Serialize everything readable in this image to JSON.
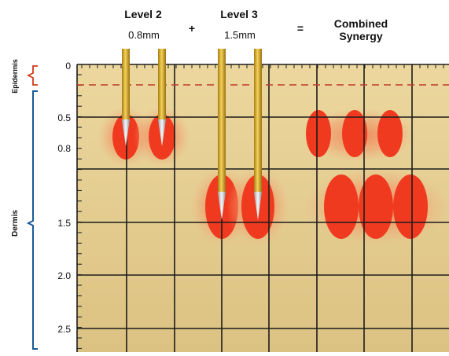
{
  "header": {
    "level2": {
      "title": "Level 2",
      "depth": "0.8mm"
    },
    "plus": "+",
    "level3": {
      "title": "Level 3",
      "depth": "1.5mm"
    },
    "equals": "=",
    "combined": {
      "line1": "Combined",
      "line2": "Synergy"
    }
  },
  "axis": {
    "ticks": [
      {
        "label": "0",
        "value": 0
      },
      {
        "label": "0.5",
        "value": 0.5
      },
      {
        "label": "0.8",
        "value": 0.8
      },
      {
        "label": "1.5",
        "value": 1.5
      },
      {
        "label": "2.0",
        "value": 2.0
      },
      {
        "label": "2.5",
        "value": 2.5
      }
    ]
  },
  "layers": {
    "epidermis": "Epidermis",
    "dermis": "Dermis"
  },
  "colors": {
    "skin": "#e6cf92",
    "grid": "#1c1c1c",
    "heat": "#f03a20",
    "glow": "#f08a5a",
    "needle": "#d8ae2a",
    "bracket_epidermis": "#d03a1a",
    "bracket_dermis": "#1a5a96",
    "boundary_dashed": "#c0392b"
  },
  "needles": [
    {
      "group": "level2",
      "depth_mm": 0.8
    },
    {
      "group": "level2",
      "depth_mm": 0.8
    },
    {
      "group": "level3",
      "depth_mm": 1.5
    },
    {
      "group": "level3",
      "depth_mm": 1.5
    }
  ]
}
